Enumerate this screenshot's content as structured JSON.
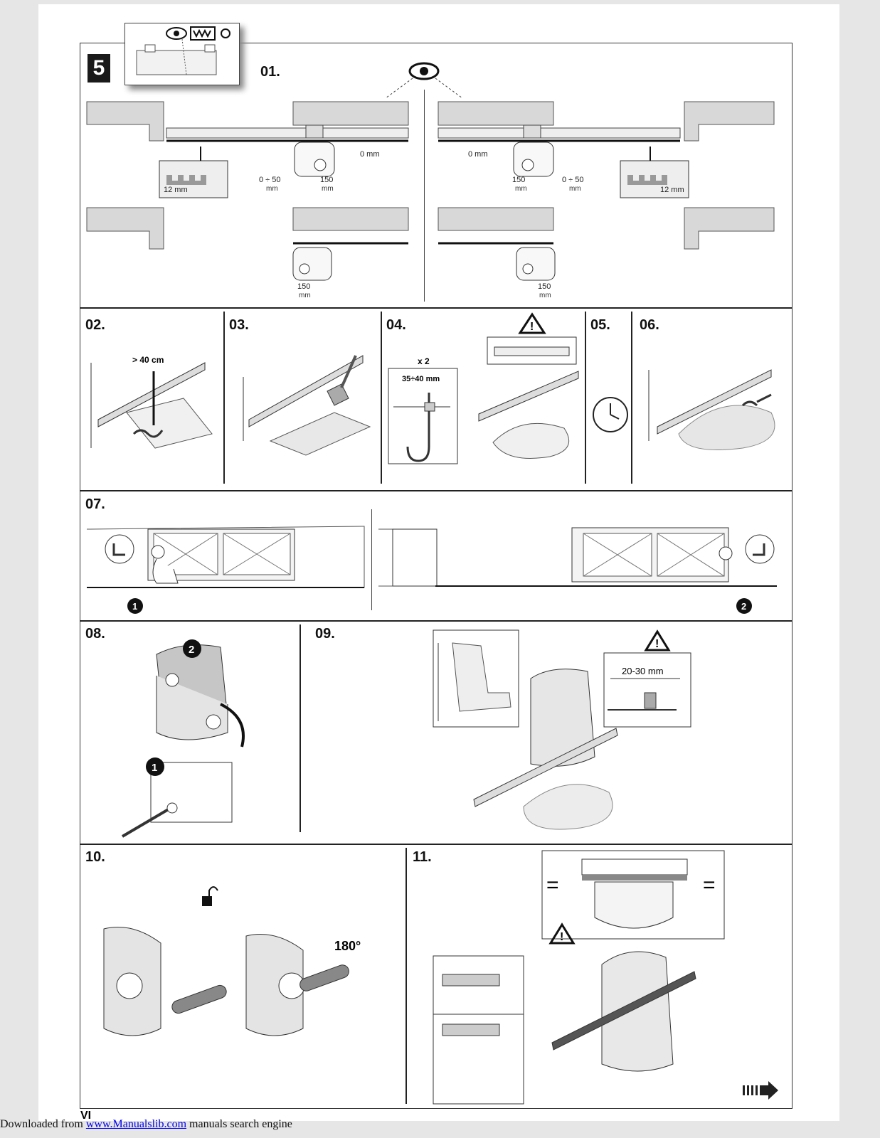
{
  "chapter_number": "5",
  "steps": {
    "s01": "01.",
    "s02": "02.",
    "s03": "03.",
    "s04": "04.",
    "s05": "05.",
    "s06": "06.",
    "s07": "07.",
    "s08": "08.",
    "s09": "09.",
    "s10": "10.",
    "s11": "11."
  },
  "step01": {
    "left_zero": "0 mm",
    "right_zero": "0 mm",
    "range_value": "0 ÷ 50",
    "range_value_right": "0 ÷ 50",
    "distance_value": "150",
    "unit": "mm",
    "rack_pitch_left": "12 mm",
    "rack_pitch_right": "12 mm"
  },
  "step02": {
    "depth": "> 40 cm"
  },
  "step04": {
    "quantity": "x 2",
    "anchor_length": "35÷40 mm"
  },
  "step08": {
    "badge1": "1",
    "badge2": "2"
  },
  "step07": {
    "badge1": "1",
    "badge2": "2"
  },
  "step09": {
    "gap": "20-30 mm"
  },
  "step10": {
    "rotation": "180°"
  },
  "step11": {
    "equal_left": "=",
    "equal_right": "="
  },
  "page_number": "VI",
  "footer": {
    "prefix": "Downloaded from ",
    "link": "www.Manualslib.com",
    "suffix": " manuals search engine"
  }
}
